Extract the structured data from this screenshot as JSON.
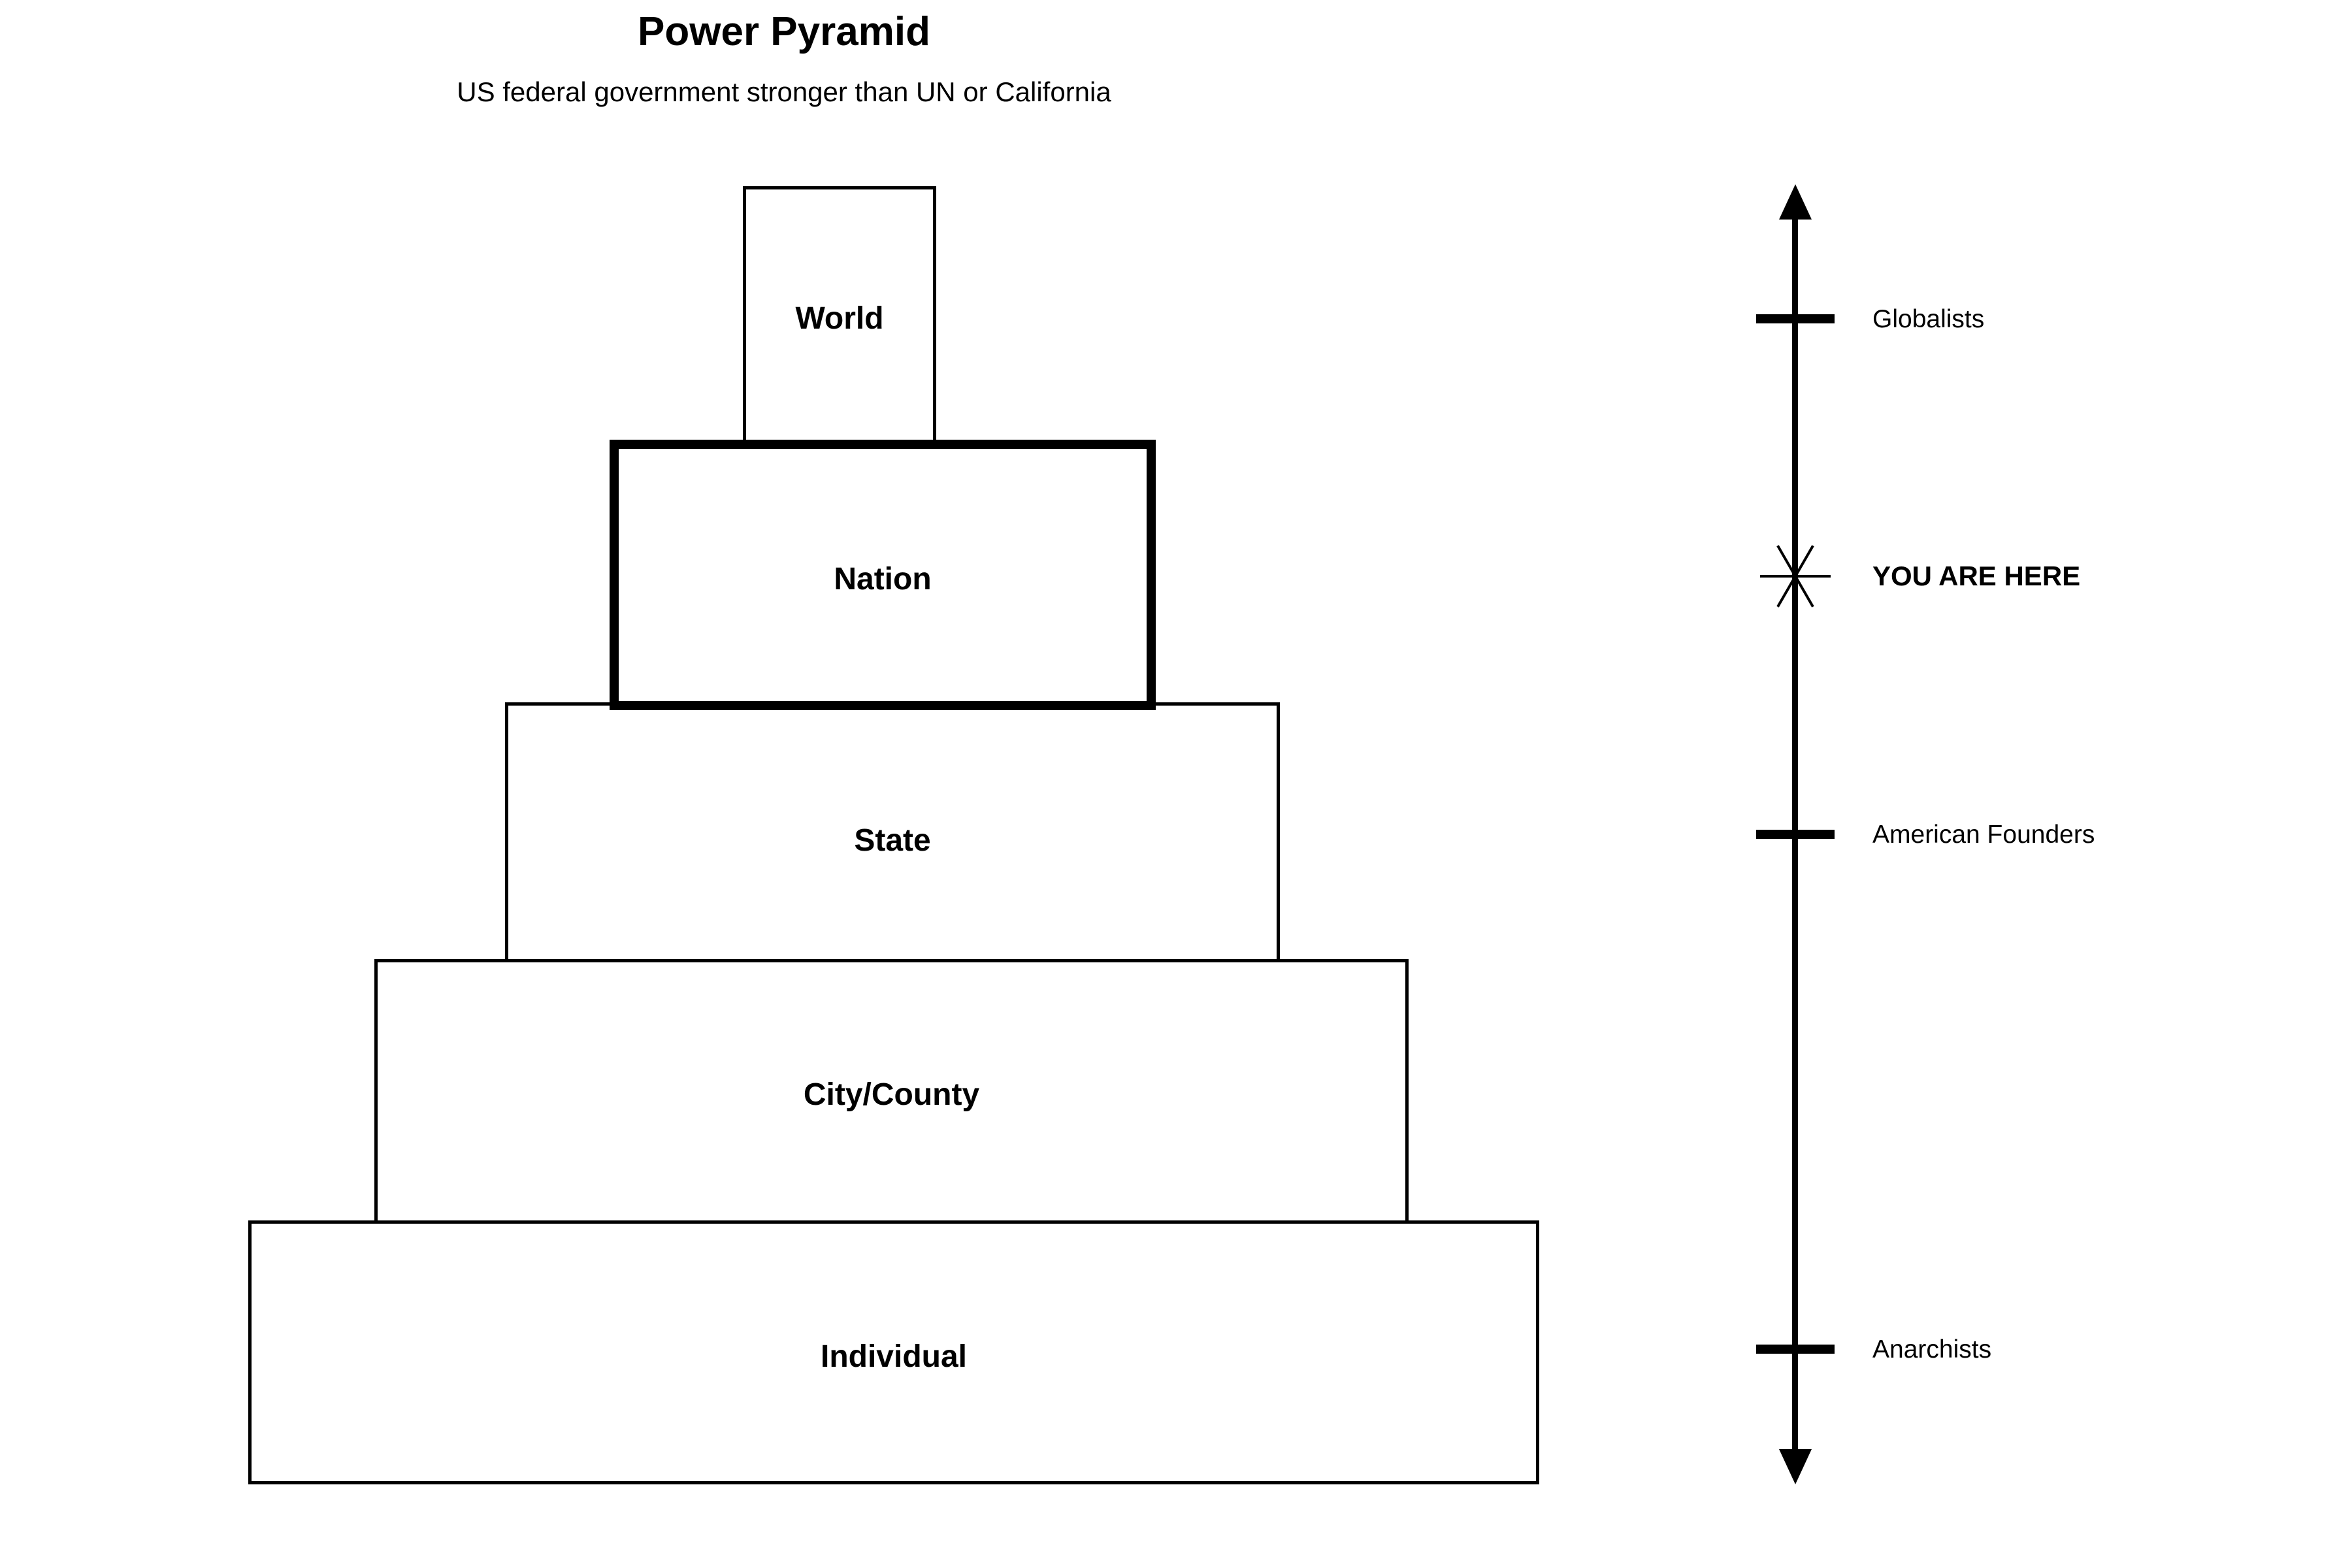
{
  "header": {
    "title": "Power Pyramid",
    "subtitle": "US federal government stronger than UN or California"
  },
  "pyramid": {
    "layers": [
      {
        "label": "World",
        "emphasis": false
      },
      {
        "label": "Nation",
        "emphasis": true
      },
      {
        "label": "State",
        "emphasis": false
      },
      {
        "label": "City/County",
        "emphasis": false
      },
      {
        "label": "Individual",
        "emphasis": false
      }
    ]
  },
  "spectrum": {
    "markers": [
      {
        "label": "Globalists",
        "type": "tick",
        "emphasis": false
      },
      {
        "label": "YOU ARE HERE",
        "type": "star",
        "emphasis": true
      },
      {
        "label": "American Founders",
        "type": "tick",
        "emphasis": false
      },
      {
        "label": "Anarchists",
        "type": "tick",
        "emphasis": false
      }
    ]
  },
  "colors": {
    "ink": "#000000",
    "background": "#ffffff"
  }
}
